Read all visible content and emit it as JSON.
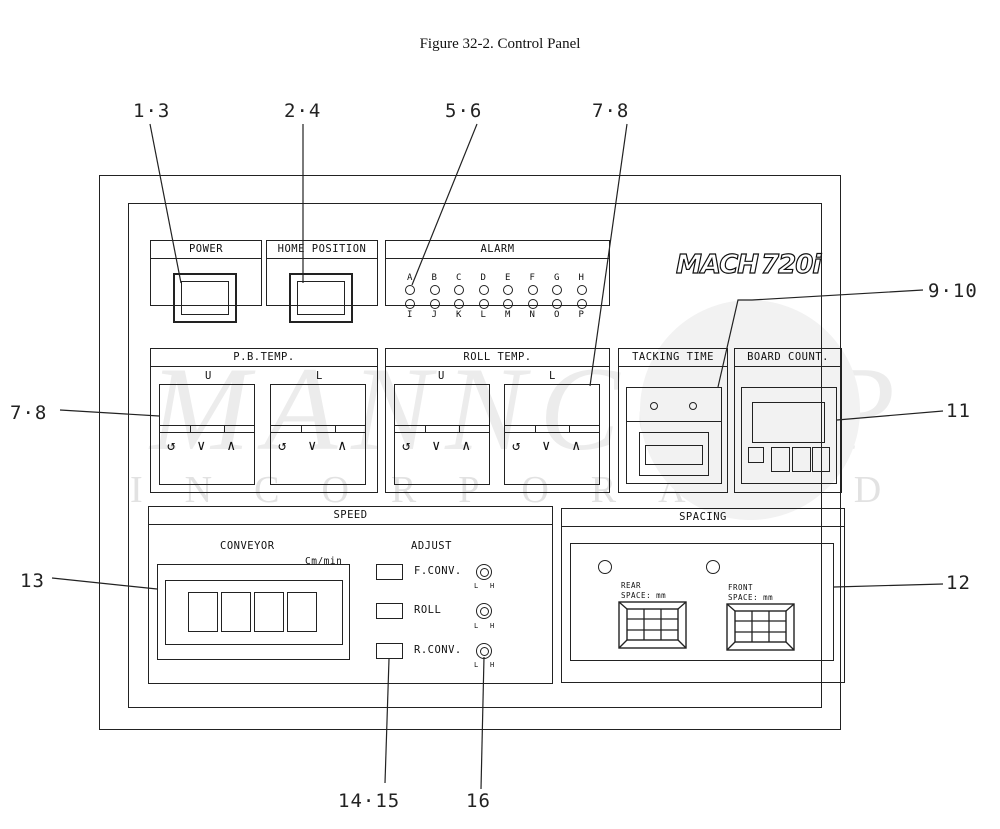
{
  "caption": "Figure 32-2. Control Panel",
  "logo": {
    "brand": "MACH",
    "model": "720i"
  },
  "watermark": {
    "name": "MANNCORP",
    "sub": "INCORPORATED"
  },
  "callouts": {
    "c1": "1·3",
    "c2": "2·4",
    "c3": "5·6",
    "c4": "7·8",
    "c5": "9·10",
    "c6": "7·8",
    "c7": "11",
    "c8": "13",
    "c9": "12",
    "c10": "14·15",
    "c11": "16"
  },
  "power": {
    "title": "POWER"
  },
  "home": {
    "title": "HOME POSITION"
  },
  "alarm": {
    "title": "ALARM",
    "top_row": [
      "A",
      "B",
      "C",
      "D",
      "E",
      "F",
      "G",
      "H"
    ],
    "bottom_row": [
      "I",
      "J",
      "K",
      "L",
      "M",
      "N",
      "O",
      "P"
    ]
  },
  "pb_temp": {
    "title": "P.B.TEMP.",
    "upper": "U",
    "lower": "L"
  },
  "roll_temp": {
    "title": "ROLL TEMP.",
    "upper": "U",
    "lower": "L"
  },
  "controller_keys": {
    "mode": "↺",
    "down": "∨",
    "up": "∧"
  },
  "tacking_time": {
    "title": "TACKING TIME"
  },
  "board_count": {
    "title": "BOARD COUNT."
  },
  "speed": {
    "title": "SPEED",
    "conveyor_label": "CONVEYOR",
    "unit": "Cm/min",
    "adjust_label": "ADJUST",
    "rows": [
      {
        "label": "F.CONV.",
        "low": "L",
        "high": "H"
      },
      {
        "label": "ROLL",
        "low": "L",
        "high": "H"
      },
      {
        "label": "R.CONV.",
        "low": "L",
        "high": "H"
      }
    ]
  },
  "spacing": {
    "title": "SPACING",
    "rear_label": "REAR",
    "rear_unit": "SPACE:  mm",
    "front_label": "FRONT",
    "front_unit": "SPACE:  mm"
  }
}
